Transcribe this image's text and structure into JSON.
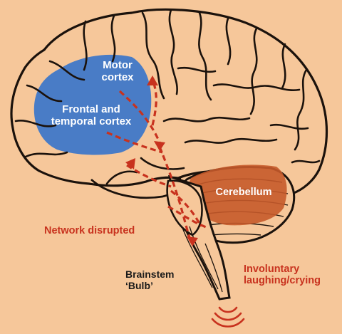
{
  "regions": {
    "motor": {
      "line1": "Motor",
      "line2": "cortex"
    },
    "frontal": {
      "line1": "Frontal and",
      "line2": "temporal cortex"
    },
    "cerebellum": {
      "label": "Cerebellum"
    },
    "brainstem": {
      "line1": "Brainstem",
      "line2": "‘Bulb’"
    }
  },
  "annotations": {
    "network": "Network disrupted",
    "outcome": {
      "line1": "Involuntary",
      "line2": "laughing/crying"
    }
  },
  "colors": {
    "background": "#f6c79a",
    "brain_fill": "#f6c79a",
    "outline": "#1b120c",
    "cortex_region": "#3f78c8",
    "cerebellum_region": "#c65a2a",
    "pathway": "#c8321e"
  },
  "icons": [
    "signal-waves-icon"
  ]
}
